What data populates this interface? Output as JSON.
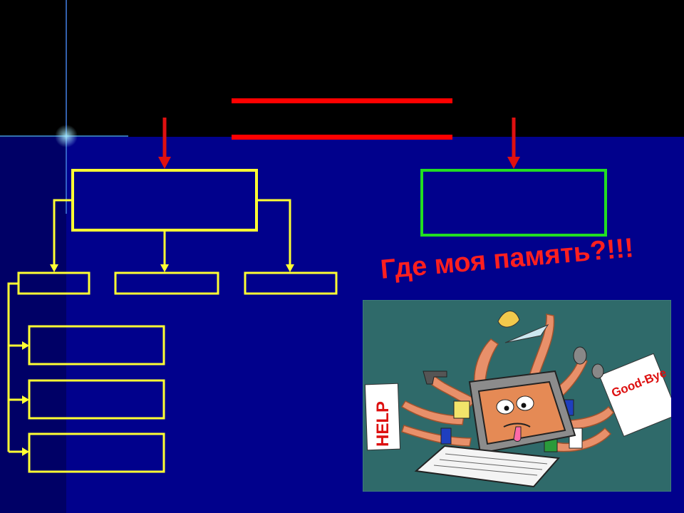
{
  "caption": "Где моя память?!!!",
  "colors": {
    "background_top": "#000000",
    "background_main": "#01018c",
    "background_left_band": "#000066",
    "equals_sign": "#ff0000",
    "arrow": "#e01010",
    "box_yellow": "#ffff33",
    "box_green": "#22dd22",
    "caption": "#ff1f1f",
    "cartoon_background": "#2f6a6a"
  },
  "illustration": {
    "help_sign": "HELP",
    "goodbye_sign": "Good-Bye"
  }
}
